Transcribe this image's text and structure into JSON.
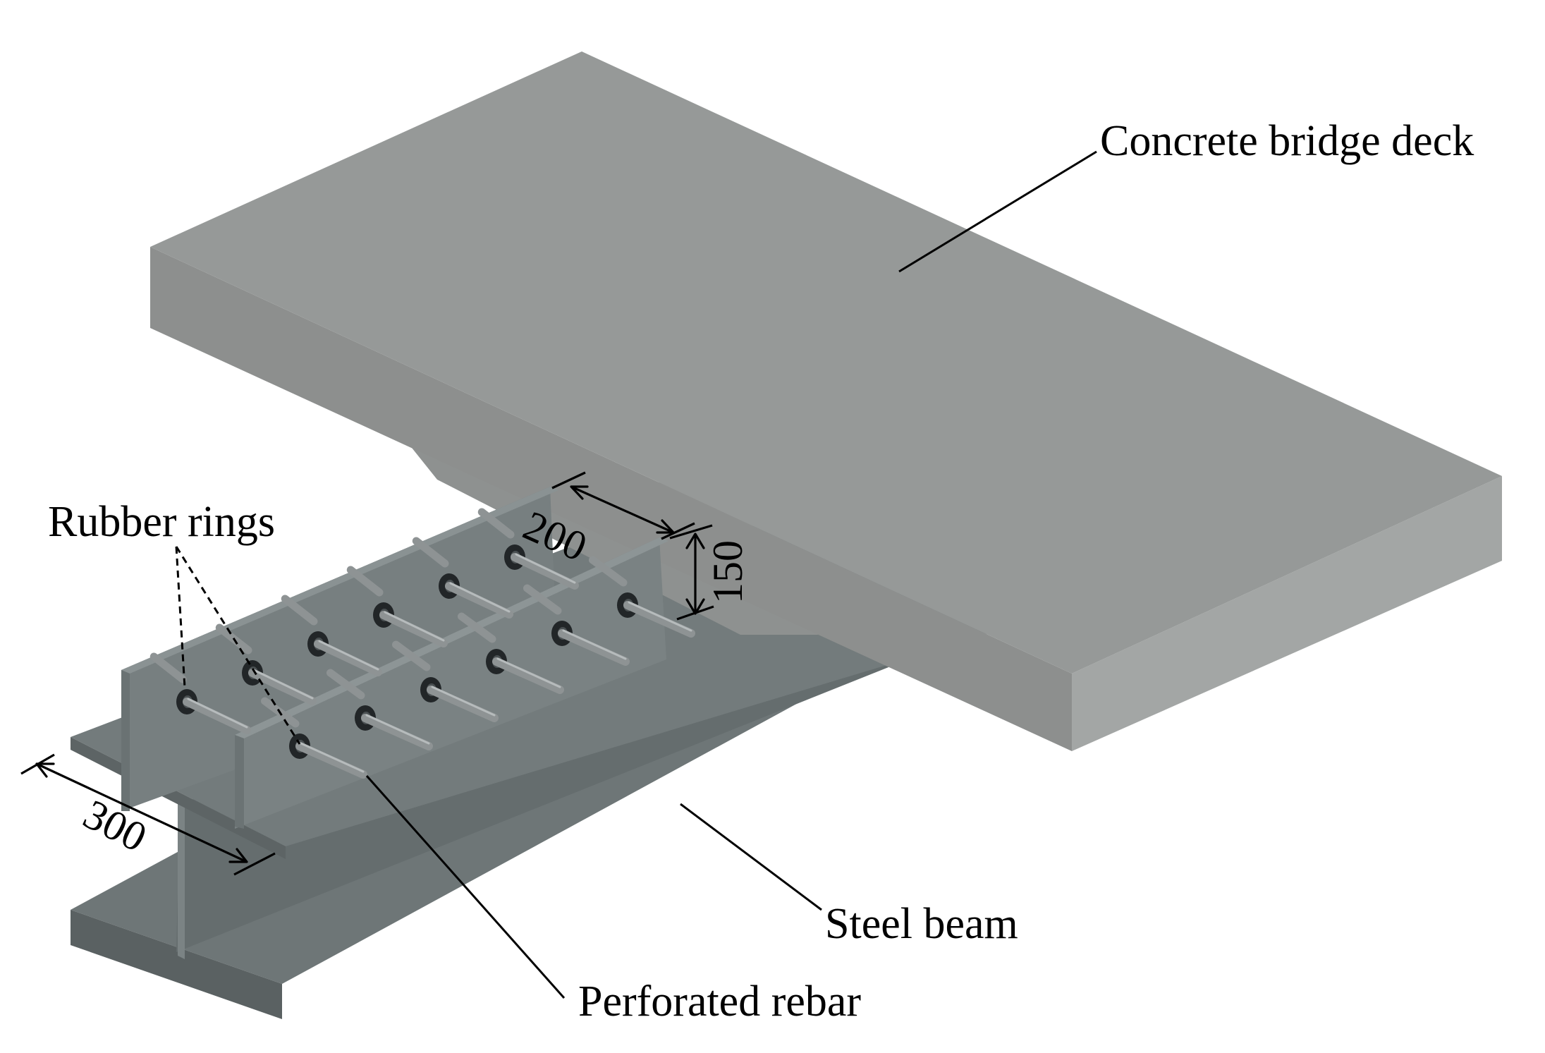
{
  "labels": {
    "deck": "Concrete bridge deck",
    "rings": "Rubber rings",
    "rebar": "Perforated rebar",
    "beam": "Steel beam"
  },
  "dimensions": {
    "rib_spacing": "200",
    "rib_height": "150",
    "flange_width": "300"
  },
  "colors": {
    "deck_top": "#969998",
    "deck_side_long": "#a3a6a5",
    "deck_side_front": "#8d8f8e",
    "haunch": "#8e9190",
    "steel_light": "#737b7c",
    "steel_mid": "#687071",
    "steel_dark": "#5a6162",
    "rebar": "#8e9394",
    "ring": "#222628"
  }
}
